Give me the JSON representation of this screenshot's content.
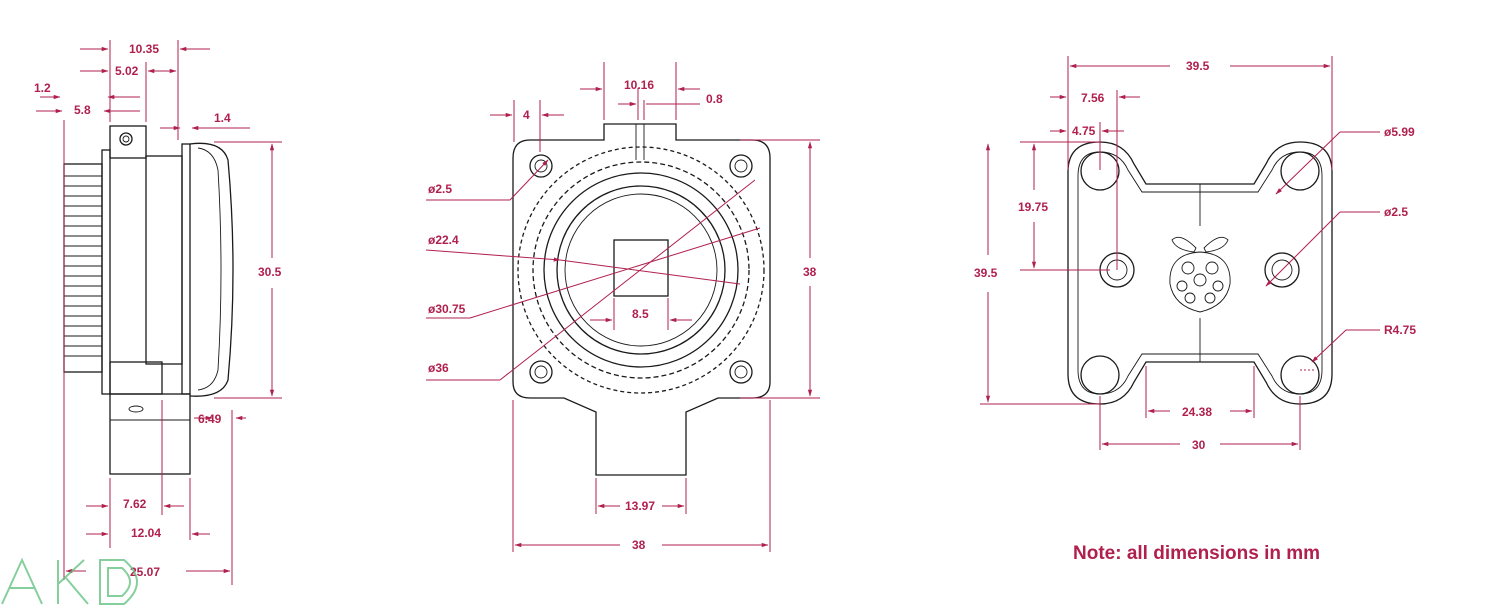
{
  "side_view": {
    "dims": {
      "d1035": "10.35",
      "d502": "5.02",
      "d12": "1.2",
      "d58": "5.8",
      "d14": "1.4",
      "d305": "30.5",
      "d649": "6.49",
      "d762": "7.62",
      "d1204": "12.04",
      "d2507": "25.07"
    }
  },
  "front_view": {
    "dims": {
      "d4": "4",
      "d1016": "10.16",
      "d08": "0.8",
      "dia25": "ø2.5",
      "dia224": "ø22.4",
      "dia3075": "ø30.75",
      "dia36": "ø36",
      "d85": "8.5",
      "d38v": "38",
      "d1397": "13.97",
      "d38h": "38"
    }
  },
  "back_view": {
    "dims": {
      "d395h": "39.5",
      "d756": "7.56",
      "d475": "4.75",
      "d1975": "19.75",
      "d395v": "39.5",
      "dia599": "ø5.99",
      "dia25": "ø2.5",
      "r475": "R4.75",
      "d2438": "24.38",
      "d30": "30"
    }
  },
  "note": "Note: all dimensions in mm",
  "watermark": "AKD",
  "colors": {
    "dimension": "#b0204e",
    "outline": "#1a1a1a",
    "watermark": "#5cc07a"
  }
}
